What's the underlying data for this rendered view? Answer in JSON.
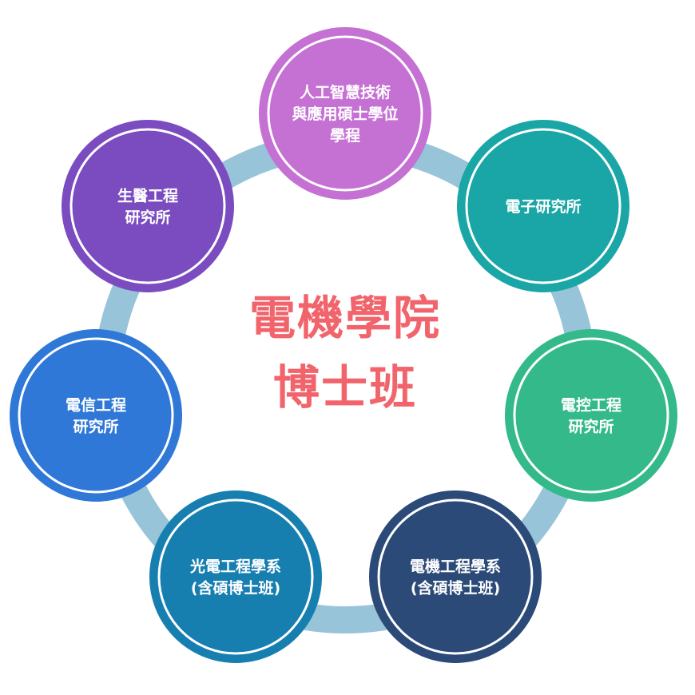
{
  "center": {
    "title_lines": [
      "電機學院",
      "博士班"
    ],
    "color": "#f1646b"
  },
  "ring_color": "#97c4d8",
  "nodes": [
    {
      "id": "ai",
      "lines": [
        "人工智慧技術",
        "與應用碩士學位",
        "學程"
      ],
      "color": "#c570d3"
    },
    {
      "id": "electronics",
      "lines": [
        "電子研究所"
      ],
      "color": "#1aa6a6"
    },
    {
      "id": "control",
      "lines": [
        "電控工程",
        "研究所"
      ],
      "color": "#33b98a"
    },
    {
      "id": "ee",
      "lines": [
        "電機工程學系",
        "(含碩博士班)"
      ],
      "color": "#2c4a78"
    },
    {
      "id": "photonics",
      "lines": [
        "光電工程學系",
        "(含碩博士班)"
      ],
      "color": "#177fb0"
    },
    {
      "id": "comm",
      "lines": [
        "電信工程",
        "研究所"
      ],
      "color": "#2f78d8"
    },
    {
      "id": "biomed",
      "lines": [
        "生醫工程",
        "研究所"
      ],
      "color": "#7a4cc0"
    }
  ]
}
